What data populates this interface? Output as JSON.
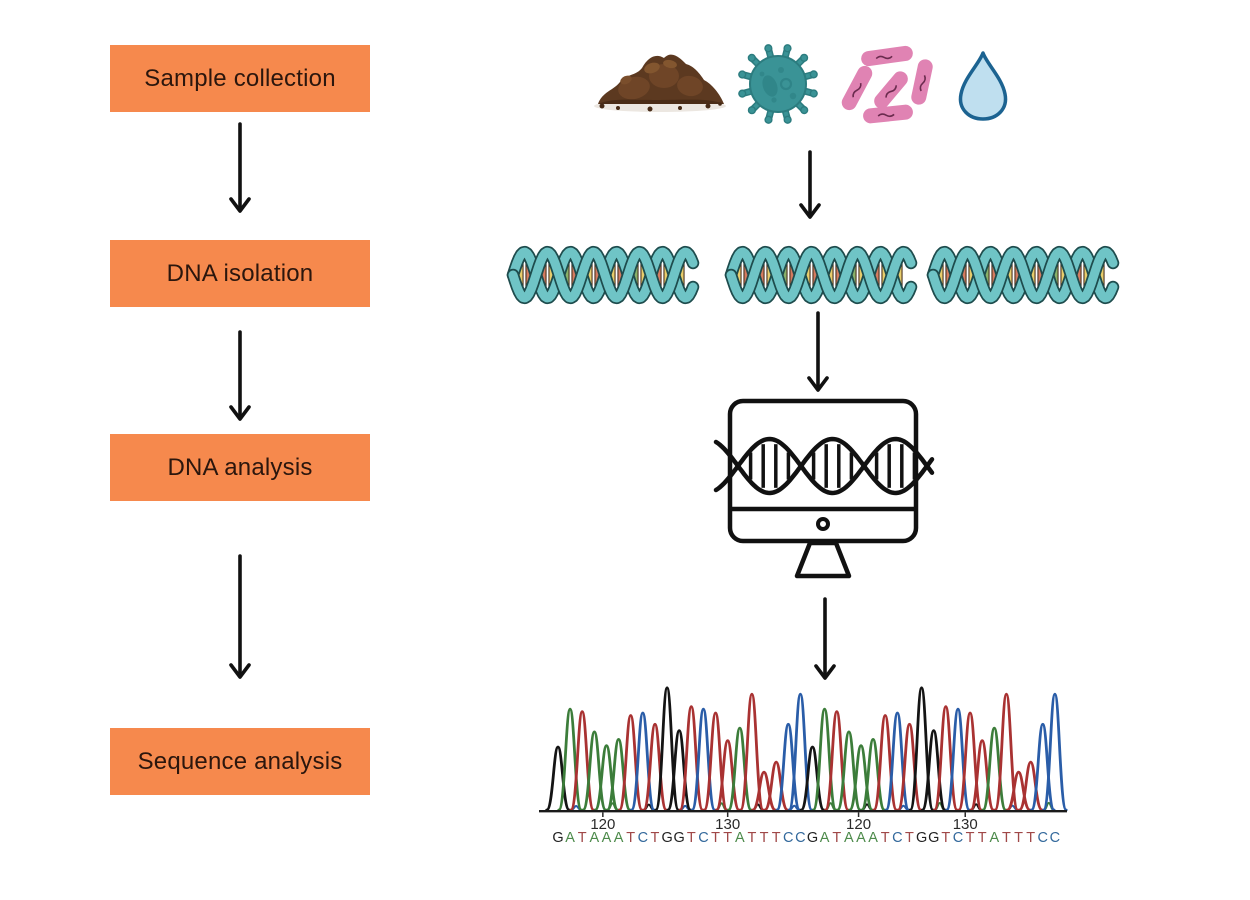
{
  "diagram": {
    "steps": [
      "Sample collection",
      "DNA isolation",
      "DNA analysis",
      "Sequence analysis"
    ],
    "colors": {
      "step_box": "#F6894D",
      "step_text": "#2B160D",
      "arrow": "#111111"
    }
  },
  "icons": {
    "sample_types": [
      "soil-pile",
      "virus",
      "bacteria",
      "water-droplet"
    ],
    "colors": {
      "soil_dark": "#4A2C17",
      "soil_main": "#5C3920",
      "soil_light": "#6F4527",
      "soil_highlight": "#83562F",
      "virus_body": "#3A9396",
      "virus_outline": "#2C7C7F",
      "virus_detail": "#2D8184",
      "bacteria_body": "#E083B3",
      "bacteria_detail": "#6B2B4E",
      "droplet_fill": "#BFDFEF",
      "droplet_outline": "#1C6391"
    }
  },
  "dna": {
    "strand_count": 3,
    "ribbon": "#6FC4C6",
    "ribbon_outline": "#1E4C4D",
    "rung_outline": "#4A3320",
    "rungs": [
      "#E8CD6C",
      "#D47B60",
      "#89B069"
    ]
  },
  "monitor": {
    "stroke": "#111111"
  },
  "chart_data": {
    "type": "line",
    "subtype": "sanger-sequencing-chromatogram",
    "panels": 2,
    "sequence_per_panel": "GATAAATCTGGTCTTATTTCC",
    "full_sequence_text": "GAT AAAT CT GGTCTTATTTCCGAT AAAT CT GGTCTTATTTCC",
    "peak_heights_per_panel": [
      0.5,
      0.8,
      0.78,
      0.62,
      0.51,
      0.56,
      0.75,
      0.77,
      0.68,
      0.97,
      0.63,
      0.82,
      0.8,
      0.77,
      0.55,
      0.65,
      0.92,
      0.3,
      0.38,
      0.68,
      0.92
    ],
    "base_colors": {
      "G": "#141414",
      "A": "#3C7D3A",
      "T": "#A93232",
      "C": "#2A5DA8"
    },
    "letter_colors": {
      "G": "#222222",
      "A": "#4C8A4A",
      "T": "#A04848",
      "C": "#33699C"
    },
    "x_axis_labels": [
      {
        "text": "120",
        "base_index": 3.7
      },
      {
        "text": "130",
        "base_index": 14.0
      },
      {
        "text": "120",
        "base_index": 24.8
      },
      {
        "text": "130",
        "base_index": 33.6
      }
    ],
    "axis_color": "#1A1A1A",
    "tick_label_color": "#2A2A2A",
    "ylim": [
      0,
      1
    ],
    "grid": false,
    "legend": false
  }
}
